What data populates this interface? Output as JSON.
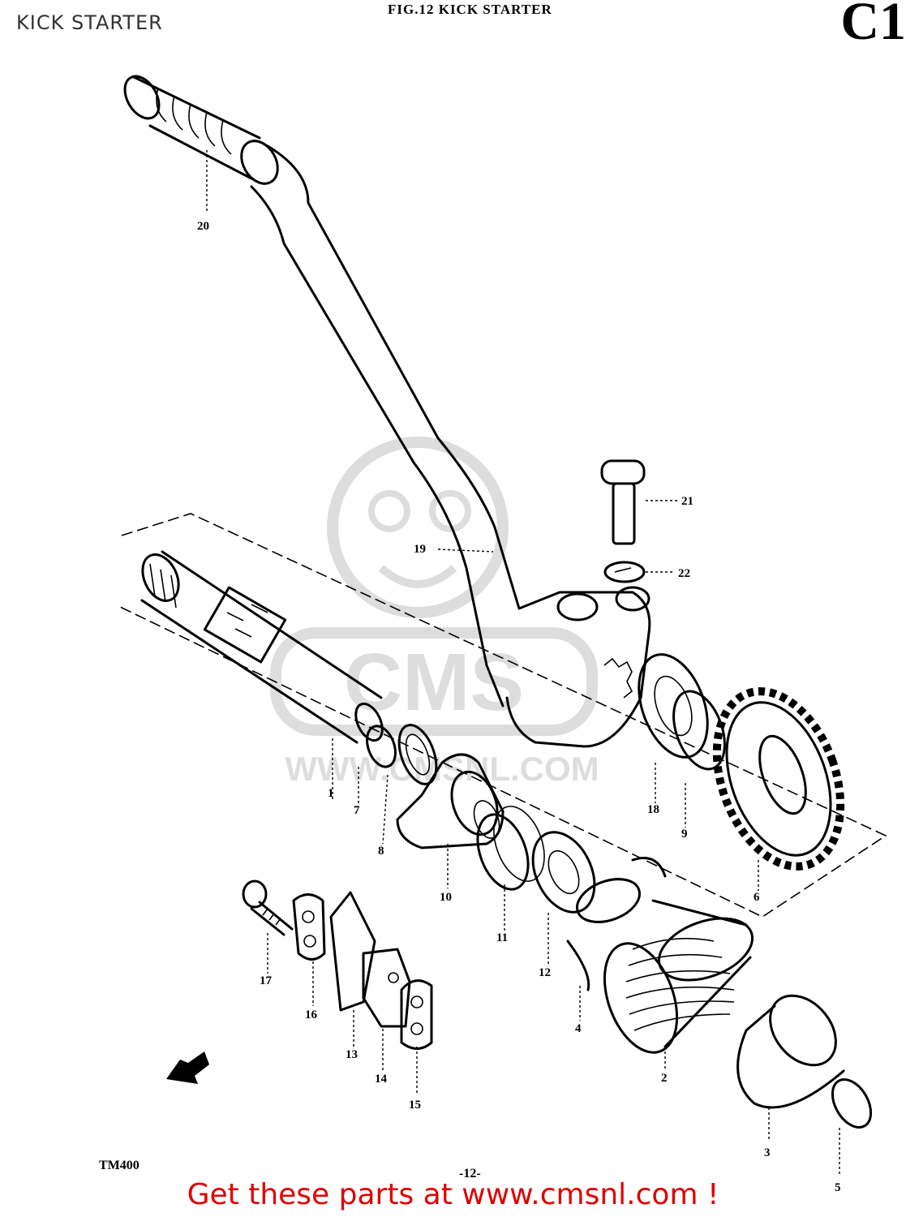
{
  "header": {
    "page_title": "KICK STARTER",
    "figure_title": "FIG.12  KICK STARTER",
    "corner_mark": "C1"
  },
  "footer": {
    "model_code": "TM400",
    "page_number": "-12-",
    "promo": "Get these parts at www.cmsnl.com !"
  },
  "watermark": {
    "text": "CMS",
    "url": "WWW.CMSNL.COM"
  },
  "callouts": [
    "1",
    "2",
    "3",
    "4",
    "5",
    "6",
    "7",
    "8",
    "9",
    "10",
    "11",
    "12",
    "13",
    "14",
    "15",
    "16",
    "17",
    "18",
    "19",
    "20",
    "21",
    "22"
  ],
  "icons": {
    "direction_arrow": "front-arrow-icon"
  }
}
